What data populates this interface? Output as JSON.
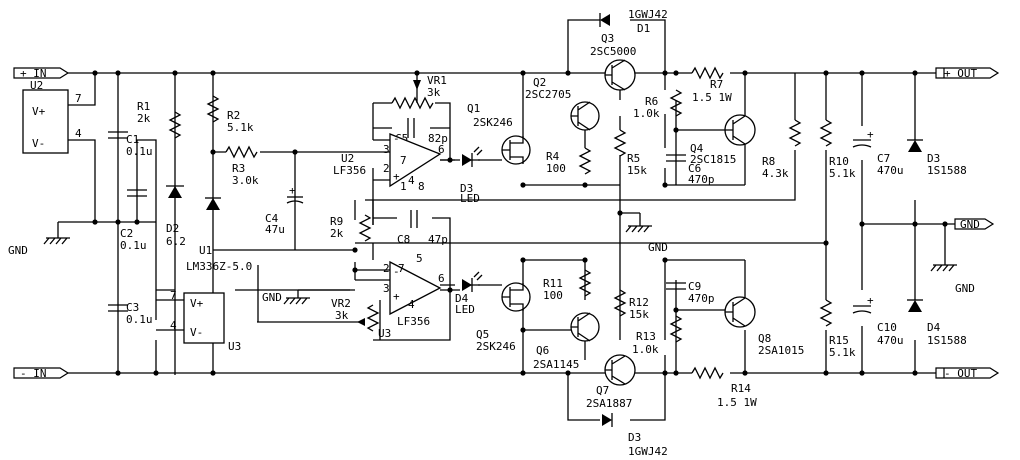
{
  "ports": {
    "in_pos": "+ IN",
    "in_neg": "- IN",
    "out_pos": "+ OUT",
    "out_neg": "- OUT",
    "gnd_out": "GND"
  },
  "gnd_labels": {
    "left": "GND",
    "center_top": "GND",
    "vr2": "GND",
    "right": "GND"
  },
  "pins": {
    "u2_7": "7",
    "u2_4": "4",
    "u3_7": "7",
    "u3_4": "4",
    "op_3": "3",
    "op_2": "2",
    "op_6": "6",
    "op_7": "7",
    "op_4": "4",
    "op_5": "5",
    "op_1": "1",
    "op_8": "8"
  },
  "opamp_io": {
    "vplus": "V+",
    "vminus": "V-"
  },
  "modules": {
    "u2": "U2",
    "u3": "U3",
    "u2_amp_ref": "U2",
    "u2_amp_type": "LF356",
    "u3_amp_ref": "U3",
    "u3_amp_type": "LF356",
    "u1": "U1",
    "u1_type": "LM336Z-5.0"
  },
  "components": {
    "r1": {
      "ref": "R1",
      "value": "2k"
    },
    "c1": {
      "ref": "C1",
      "value": "0.1u"
    },
    "c2": {
      "ref": "C2",
      "value": "0.1u"
    },
    "c3": {
      "ref": "C3",
      "value": "0.1u"
    },
    "d2": {
      "ref": "D2",
      "value": "6.2"
    },
    "r2": {
      "ref": "R2",
      "value": "5.1k"
    },
    "r3": {
      "ref": "R3",
      "value": "3.0k"
    },
    "vr1": {
      "ref": "VR1",
      "value": "3k"
    },
    "c5": {
      "ref": "C5",
      "value": "82p"
    },
    "c4": {
      "ref": "C4",
      "value": "47u"
    },
    "r9": {
      "ref": "R9",
      "value": "2k"
    },
    "c8": {
      "ref": "C8",
      "value": "47p"
    },
    "vr2": {
      "ref": "VR2",
      "value": "3k"
    },
    "d3led": {
      "ref": "D3",
      "value": "LED"
    },
    "d4led": {
      "ref": "D4",
      "value": "LED"
    },
    "q1": {
      "ref": "Q1",
      "value": "2SK246"
    },
    "q2": {
      "ref": "Q2",
      "value": "2SC2705"
    },
    "q3": {
      "ref": "Q3",
      "value": "2SC5000"
    },
    "d1": {
      "ref": "D1",
      "value": "1GWJ42"
    },
    "r4": {
      "ref": "R4",
      "value": "100"
    },
    "r5": {
      "ref": "R5",
      "value": "15k"
    },
    "r6": {
      "ref": "R6",
      "value": "1.0k"
    },
    "c6": {
      "ref": "C6",
      "value": "470p"
    },
    "q4": {
      "ref": "Q4",
      "value": "2SC1815"
    },
    "r7": {
      "ref": "R7",
      "value": "1.5 1W"
    },
    "r8": {
      "ref": "R8",
      "value": "4.3k"
    },
    "r10": {
      "ref": "R10",
      "value": "5.1k"
    },
    "c7": {
      "ref": "C7",
      "value": "470u"
    },
    "d3": {
      "ref": "D3",
      "value": "1S1588"
    },
    "q5": {
      "ref": "Q5",
      "value": "2SK246"
    },
    "r11": {
      "ref": "R11",
      "value": "100"
    },
    "q6": {
      "ref": "Q6",
      "value": "2SA1145"
    },
    "r12": {
      "ref": "R12",
      "value": "15k"
    },
    "r13": {
      "ref": "R13",
      "value": "1.0k"
    },
    "c9": {
      "ref": "C9",
      "value": "470p"
    },
    "q8": {
      "ref": "Q8",
      "value": "2SA1015"
    },
    "q7": {
      "ref": "Q7",
      "value": "2SA1887"
    },
    "d3b": {
      "ref": "D3",
      "value": "1GWJ42"
    },
    "r14": {
      "ref": "R14",
      "value": "1.5 1W"
    },
    "r15": {
      "ref": "R15",
      "value": "5.1k"
    },
    "c10": {
      "ref": "C10",
      "value": "470u"
    },
    "d4": {
      "ref": "D4",
      "value": "1S1588"
    }
  }
}
